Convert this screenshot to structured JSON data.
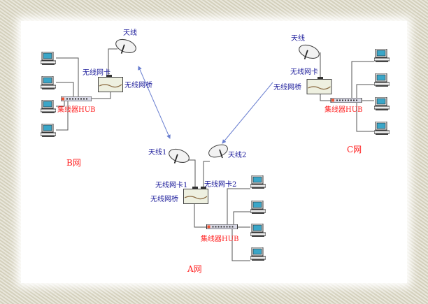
{
  "networks": {
    "b": {
      "name": "B网",
      "antenna": "天线",
      "card": "无线网卡",
      "bridge": "无线网桥",
      "hub": "集线器HUB"
    },
    "a": {
      "name": "A网",
      "antenna1": "天线1",
      "antenna2": "天线2",
      "card1": "无线网卡1",
      "card2": "无线网卡2",
      "bridge": "无线网桥",
      "hub": "集线器HUB"
    },
    "c": {
      "name": "C网",
      "antenna": "天线",
      "card": "无线网卡",
      "bridge": "无线网桥",
      "hub": "集线器HUB"
    }
  },
  "colors": {
    "label": "#1a1a9a",
    "hub_label": "#ff2020",
    "link": "#6a7fd0"
  }
}
